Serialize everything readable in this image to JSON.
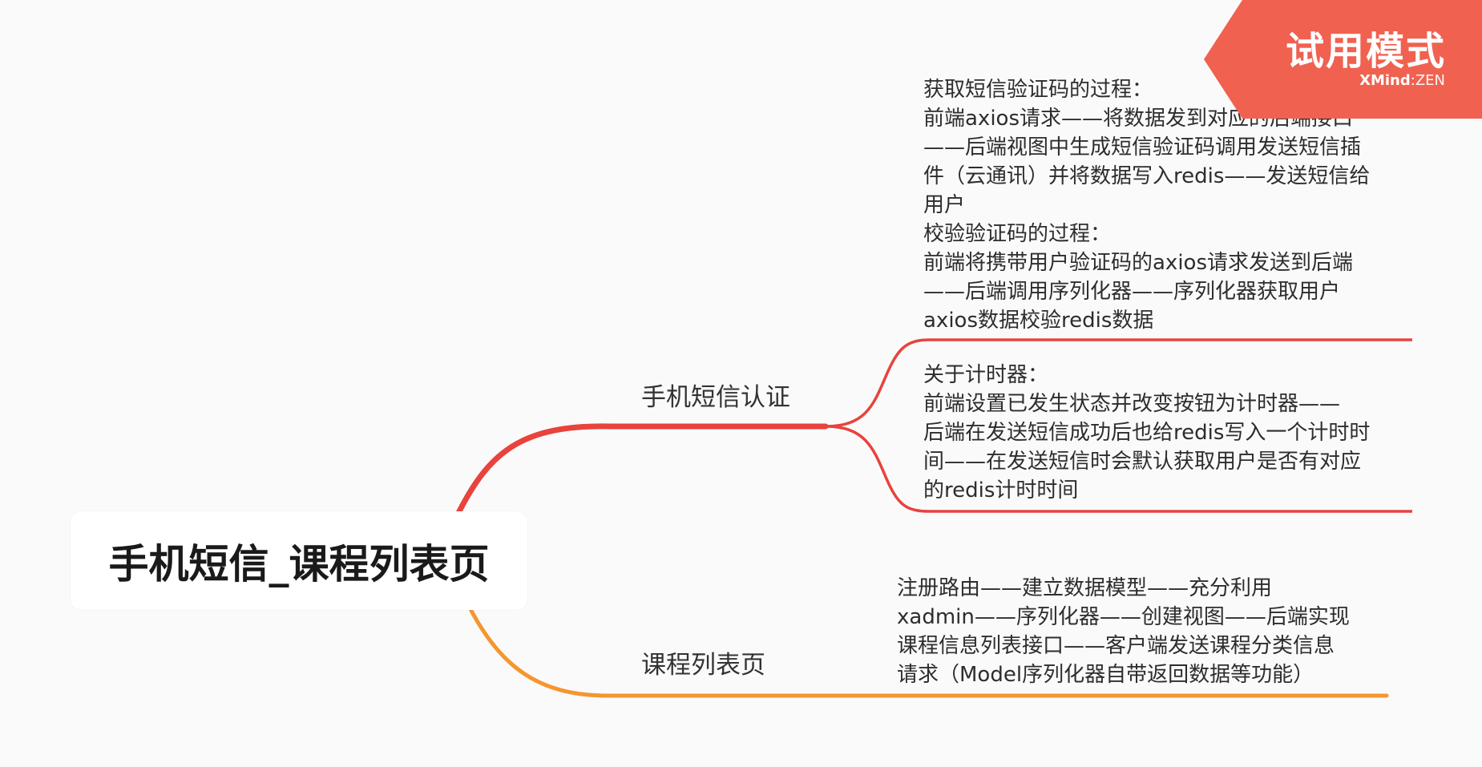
{
  "colors": {
    "background": "#fafafb",
    "branch_red": "#e8433c",
    "branch_orange": "#f5962f",
    "badge": "#f06150"
  },
  "root": {
    "label": "手机短信_课程列表页"
  },
  "branches": [
    {
      "label": "手机短信认证",
      "color": "#e8433c",
      "notes": [
        {
          "lines": [
            "获取短信验证码的过程：",
            "前端axios请求——将数据发到对应的后端接口",
            "——后端视图中生成短信验证码调用发送短信插",
            "件（云通讯）并将数据写入redis——发送短信给",
            "用户",
            "校验验证码的过程：",
            "前端将携带用户验证码的axios请求发送到后端",
            "——后端调用序列化器——序列化器获取用户",
            "axios数据校验redis数据"
          ]
        },
        {
          "lines": [
            "关于计时器：",
            "前端设置已发生状态并改变按钮为计时器——",
            "后端在发送短信成功后也给redis写入一个计时时",
            "间——在发送短信时会默认获取用户是否有对应",
            "的redis计时时间"
          ]
        }
      ]
    },
    {
      "label": "课程列表页",
      "color": "#f5962f",
      "notes": [
        {
          "lines": [
            "注册路由——建立数据模型——充分利用",
            "xadmin——序列化器——创建视图——后端实现",
            "课程信息列表接口——客户端发送课程分类信息",
            "请求（Model序列化器自带返回数据等功能）"
          ]
        }
      ]
    }
  ],
  "trial_badge": {
    "title": "试用模式",
    "brand_strong": "XMind",
    "brand_sep": ":",
    "brand_light": "ZEN"
  }
}
